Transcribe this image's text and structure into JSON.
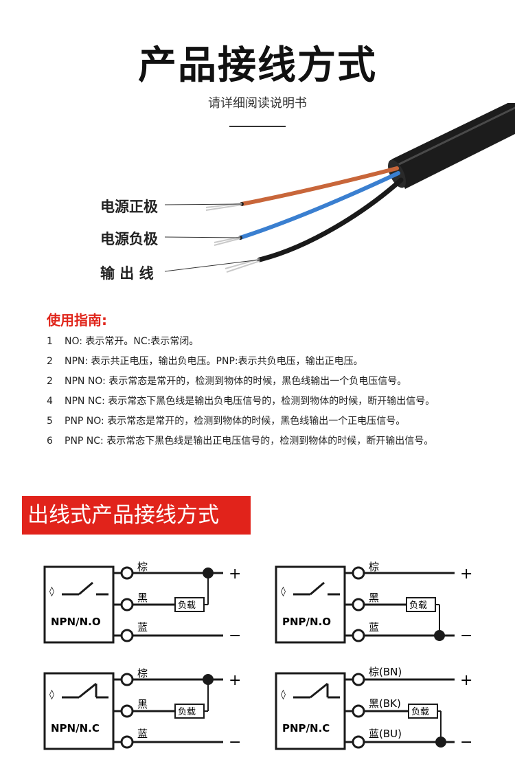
{
  "header": {
    "title": "产品接线方式",
    "subtitle": "请详细阅读说明书"
  },
  "wire_labels": {
    "positive": "电源正极",
    "negative": "电源负极",
    "output": "输 出 线"
  },
  "guide": {
    "title": "使用指南:",
    "items": [
      {
        "num": "1",
        "text": "NO:  表示常开。NC:表示常闭。"
      },
      {
        "num": "2",
        "text": "NPN:  表示共正电压，输出负电压。PNP:表示共负电压，输出正电压。"
      },
      {
        "num": "2",
        "text": "NPN NO:  表示常态是常开的，检测到物体的时候，黑色线输出一个负电压信号。"
      },
      {
        "num": "4",
        "text": "NPN NC:  表示常态下黑色线是输出负电压信号的，检测到物体的时候，断开输出信号。"
      },
      {
        "num": "5",
        "text": "PNP NO:  表示常态是常开的，检测到物体的时候，黑色线输出一个正电压信号。"
      },
      {
        "num": "6",
        "text": "PNP NC:  表示常态下黑色线是输出正电压信号的，检测到物体的时候，断开输出信号。"
      }
    ]
  },
  "banner": {
    "text": "出线式产品接线方式"
  },
  "diagrams": {
    "npn_no": {
      "label": "NPN/N.O",
      "brown": "棕",
      "black": "黑",
      "blue": "蓝",
      "load": "负载",
      "plus": "+",
      "minus": "−"
    },
    "pnp_no": {
      "label": "PNP/N.O",
      "brown": "棕",
      "black": "黑",
      "blue": "蓝",
      "load": "负载",
      "plus": "+",
      "minus": "−"
    },
    "npn_nc": {
      "label": "NPN/N.C",
      "brown": "棕",
      "black": "黑",
      "blue": "蓝",
      "load": "负载",
      "plus": "+",
      "minus": "−"
    },
    "pnp_nc": {
      "label": "PNP/N.C",
      "brown": "棕(BN)",
      "black": "黑(BK)",
      "blue": "蓝(BU)",
      "load": "负载",
      "plus": "+",
      "minus": "−"
    }
  },
  "colors": {
    "accent_red": "#e1231b",
    "wire_brown": "#c8663a",
    "wire_blue": "#3a7fd0",
    "wire_black": "#1a1a1a",
    "cable_jacket": "#1c1c1c"
  }
}
